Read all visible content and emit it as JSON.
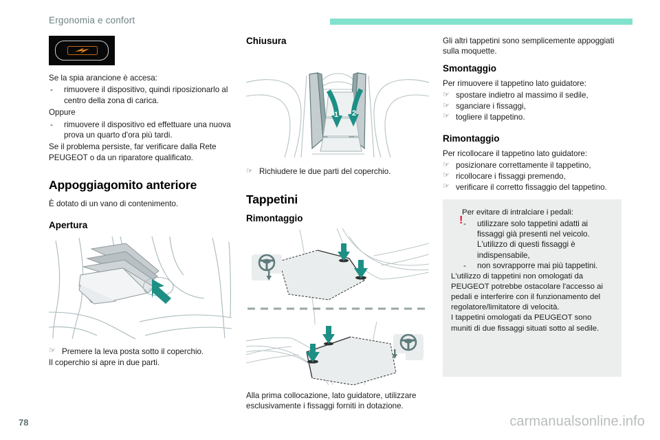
{
  "header": {
    "chapter": "Ergonomia e confort",
    "rule_color": "#81e2cd"
  },
  "footer": {
    "page_number": "78",
    "watermark": "carmanualsonline.info"
  },
  "column_1": {
    "telltale_caption": "",
    "intro": "Se la spia arancione è accesa:",
    "bullets_1": [
      "rimuovere il dispositivo, quindi riposizionarlo al centro della zona di carica."
    ],
    "oppure": "Oppure",
    "bullets_2": [
      "rimuovere il dispositivo ed effettuare una nuova prova un quarto d'ora più tardi."
    ],
    "closing": "Se il problema persiste, far verificare dalla Rete PEUGEOT o da un riparatore qualificato.",
    "h1_armrest": "Appoggiagomito anteriore",
    "armrest_intro": "È dotato di un vano di contenimento.",
    "h2_opening": "Apertura",
    "opening_step": "Premere la leva posta sotto il coperchio.",
    "opening_result": "Il coperchio si apre in due parti."
  },
  "column_2": {
    "h2_closing": "Chiusura",
    "closing_step": "Richiudere le due parti del coperchio.",
    "figure_labels": [
      "1",
      "2"
    ],
    "h1_mats": "Tappetini",
    "h2_refit": "Rimontaggio",
    "mats_note": "Alla prima collocazione, lato guidatore, utilizzare esclusivamente i fissaggi forniti in dotazione."
  },
  "column_3": {
    "intro": "Gli altri tappetini sono semplicemente appoggiati sulla moquette.",
    "h2_removal": "Smontaggio",
    "removal_intro": "Per rimuovere il tappetino lato guidatore:",
    "removal_steps": [
      "spostare indietro al massimo il sedile,",
      "sganciare i fissaggi,",
      "togliere il tappetino."
    ],
    "h2_refit": "Rimontaggio",
    "refit_intro": "Per ricollocare il tappetino lato guidatore:",
    "refit_steps": [
      "posizionare correttamente il tappetino,",
      "ricollocare i fissaggi premendo,",
      "verificare il corretto fissaggio del tappetino."
    ],
    "warning": {
      "icon": "exclamation-mark",
      "icon_color": "#ec0d2f",
      "background": "#eceeed",
      "lead": "Per evitare di intralciare i pedali:",
      "bullets": [
        "utilizzare solo tappetini adatti ai fissaggi già presenti nel veicolo. L'utilizzo di questi fissaggi è indispensabile,",
        "non sovrapporre mai più tappetini."
      ],
      "paragraph_1": "L'utilizzo di tappetini non omologati da PEUGEOT potrebbe ostacolare l'accesso ai pedali e interferire con il funzionamento del regolatore/limitatore di velocità.",
      "paragraph_2": "I tappetini omologati da PEUGEOT sono muniti di due fissaggi situati sotto al sedile."
    }
  },
  "symbols": {
    "hand_bullet": "☞",
    "dash_bullet": "-"
  },
  "colors": {
    "accent_teal": "#1d8f85",
    "rule_mint": "#81e2cd",
    "warning_red": "#ec0d2f",
    "header_gray": "#6e8083",
    "illustration_line": "#9fb0b4",
    "illustration_fill": "#e8ecec"
  }
}
